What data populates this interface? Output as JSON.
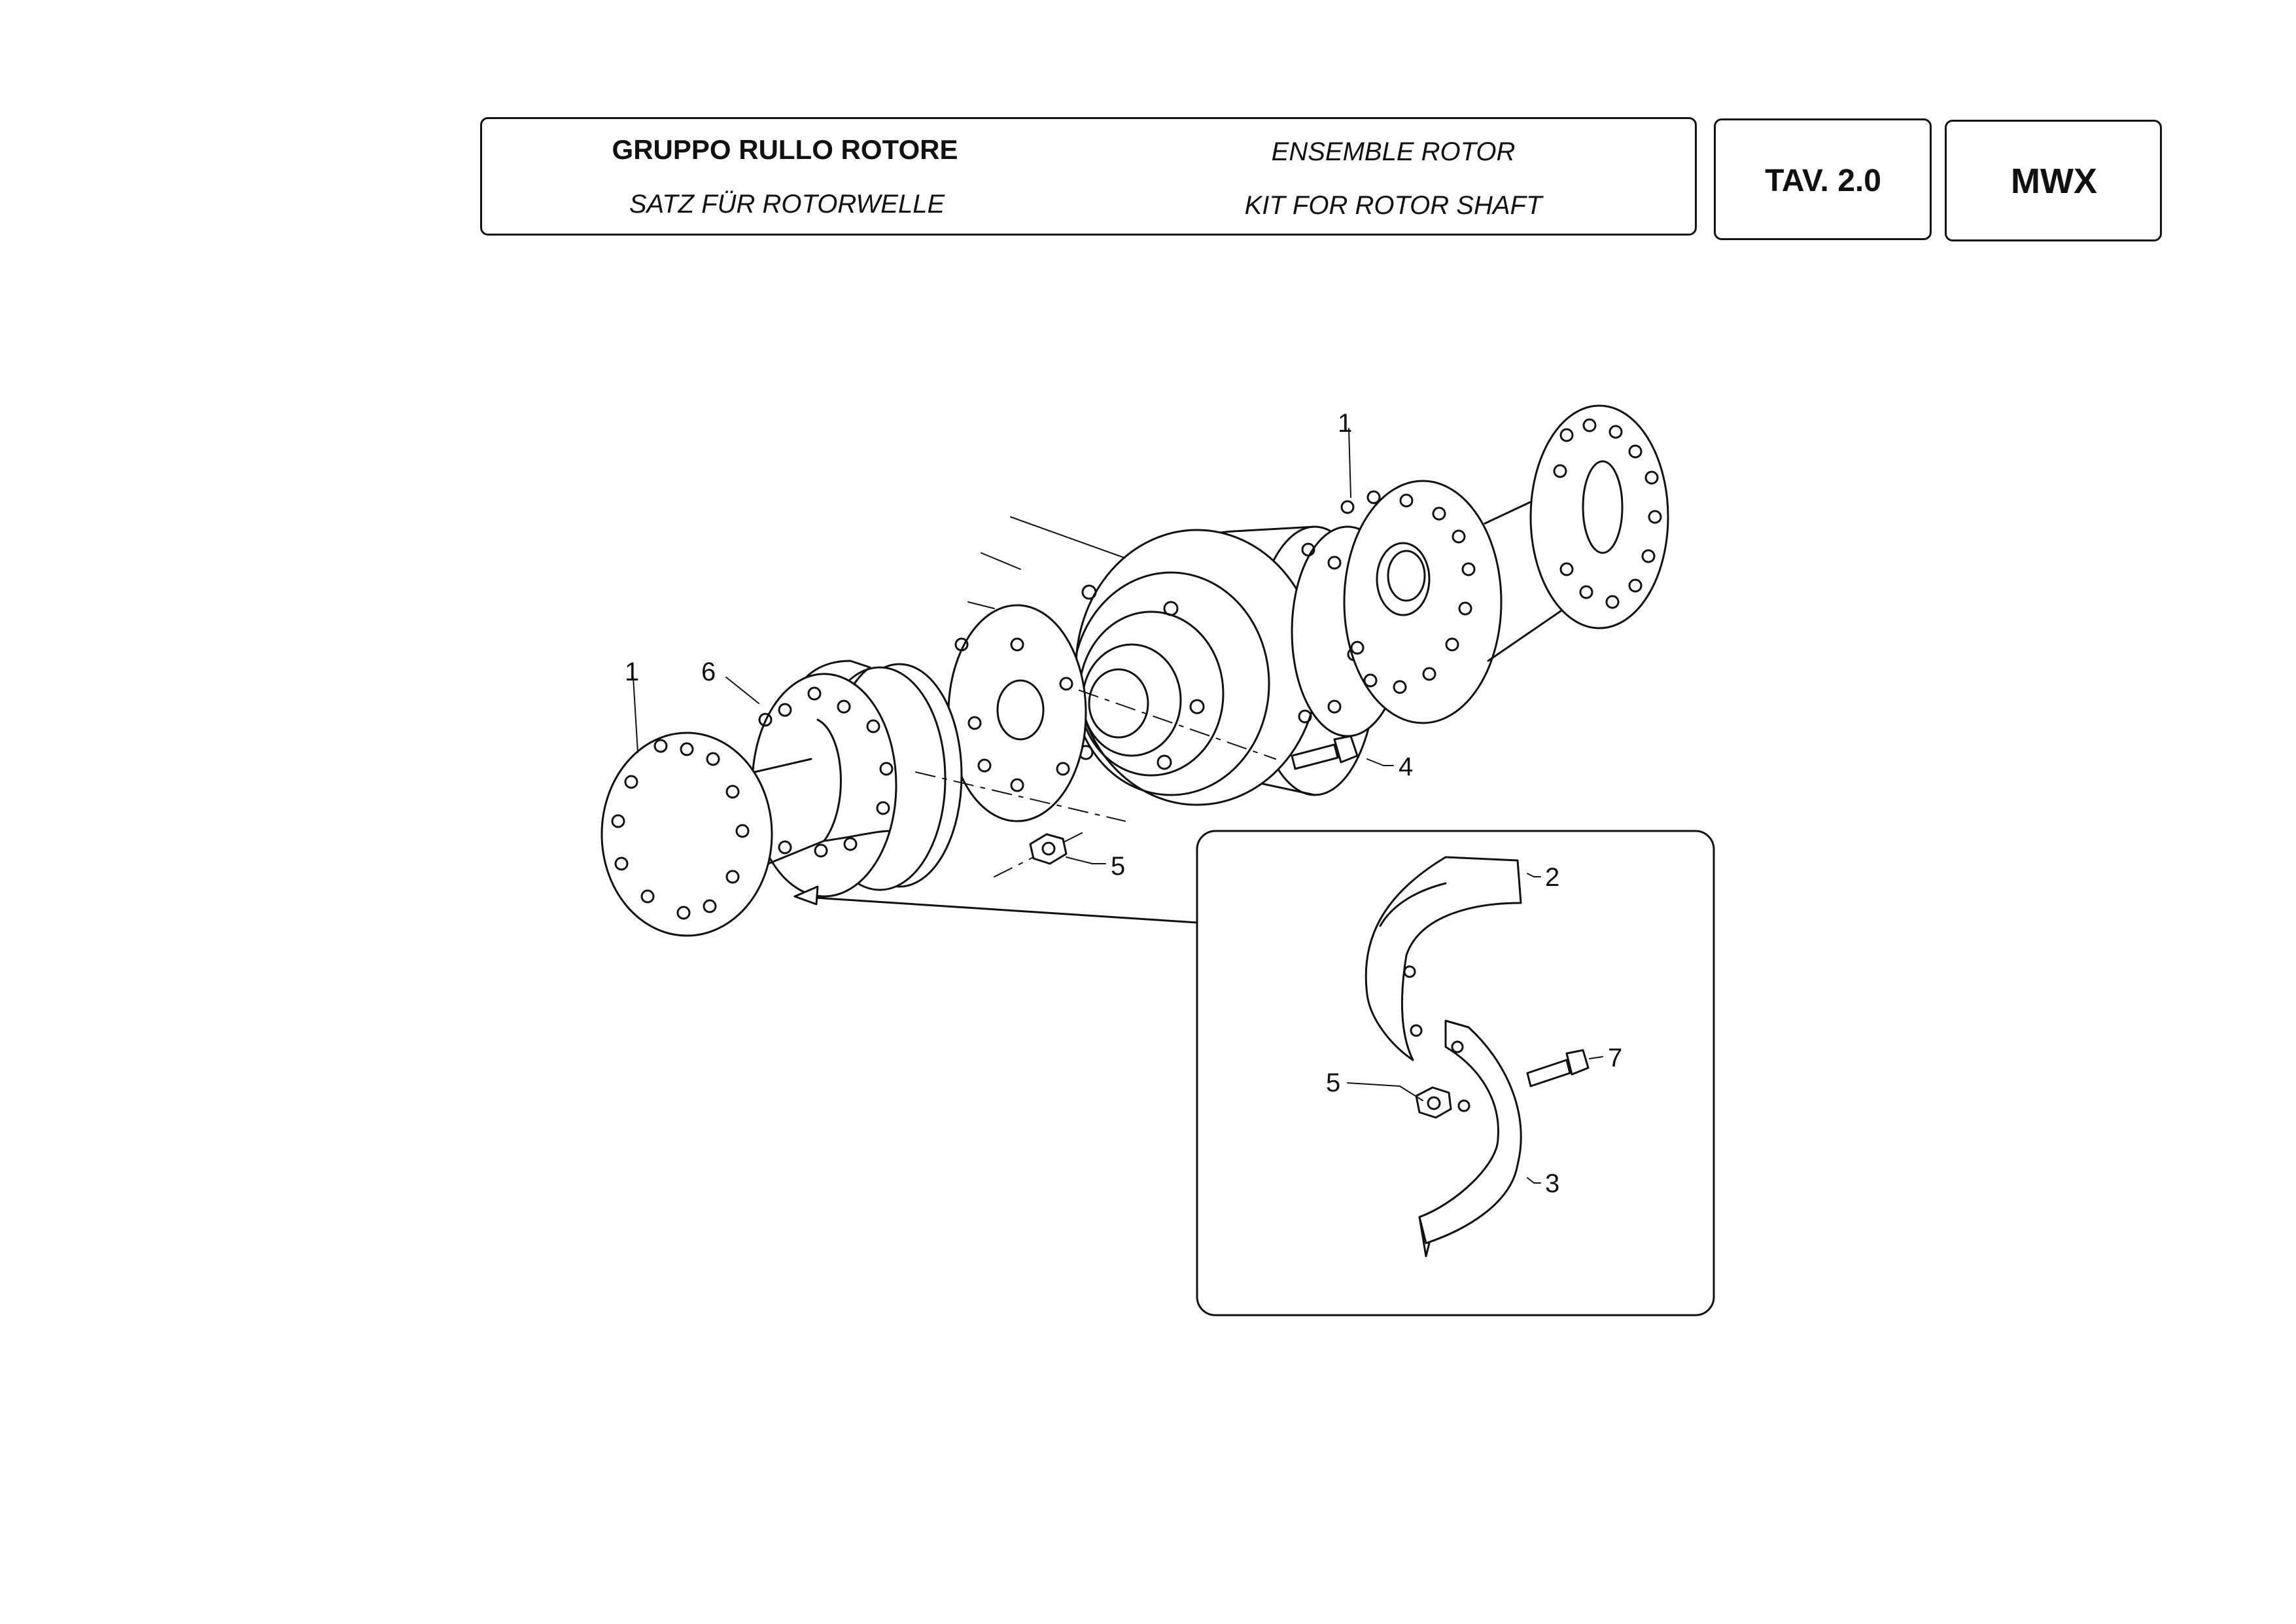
{
  "header": {
    "title_it": "GRUPPO RULLO ROTORE",
    "title_fr": "ENSEMBLE ROTOR",
    "title_de": "SATZ FÜR ROTORWELLE",
    "title_en": "KIT FOR ROTOR SHAFT",
    "table": "TAV. 2.0",
    "model": "MWX"
  },
  "callouts": {
    "flange_right": "1",
    "flange_left": "1",
    "blade_left": "2",
    "blade_right": "3",
    "bolt_main": "4",
    "nut_main": "5",
    "nut_detail": "5",
    "half_flange": "6",
    "bolt_detail": "7"
  }
}
